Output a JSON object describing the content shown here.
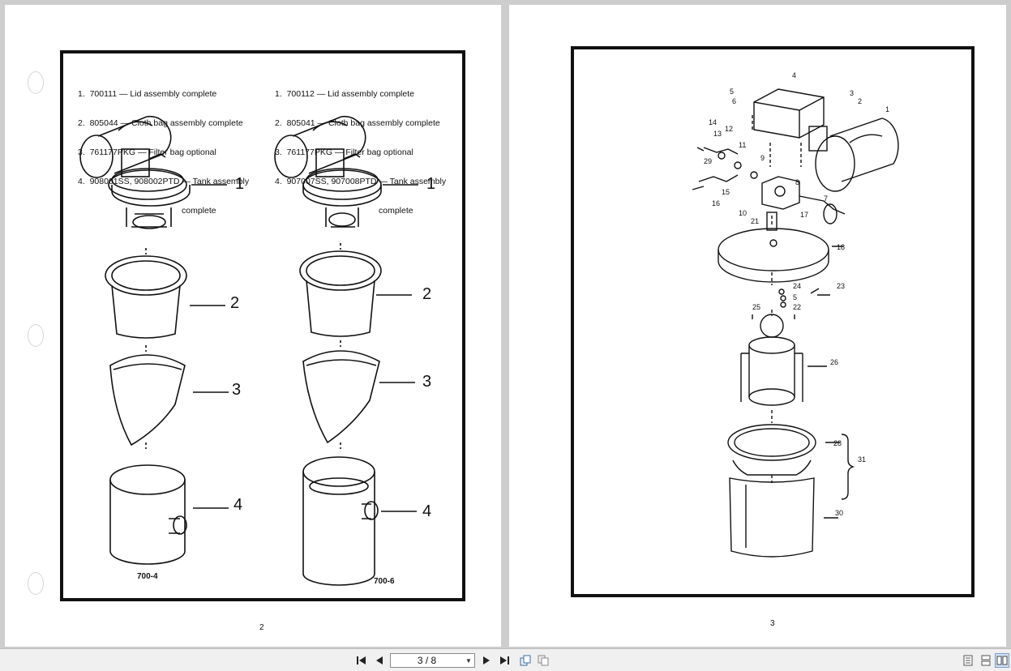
{
  "viewer": {
    "page_indicator": "3 / 8"
  },
  "left_page": {
    "legend_a": {
      "items": [
        "1.  700111 — Lid assembly complete",
        "2.  805044 — Cloth bag assembly complete",
        "3.  761177PKG — Filter bag optional",
        "4.  908001SS, 908002PTD — Tank assembly"
      ],
      "continuation": "complete"
    },
    "legend_b": {
      "items": [
        "1.  700112 — Lid assembly complete",
        "2.  805041 — Cloth bag assembly complete",
        "3.  761177PKG — Filter bag optional",
        "4.  907007SS, 907008PTD — Tank assembly"
      ],
      "continuation": "complete"
    },
    "callouts_a": [
      "1",
      "2",
      "3",
      "4"
    ],
    "callouts_b": [
      "1",
      "2",
      "3",
      "4"
    ],
    "figure_a_label": "700-4",
    "figure_b_label": "700-6",
    "page_number": "2"
  },
  "right_page": {
    "part_numbers": [
      "1",
      "2",
      "3",
      "4",
      "5",
      "6",
      "7",
      "8",
      "9",
      "10",
      "11",
      "12",
      "13",
      "14",
      "15",
      "16",
      "17",
      "18",
      "21",
      "22",
      "23",
      "24",
      "5",
      "25",
      "26",
      "28",
      "29",
      "30",
      "31"
    ],
    "page_number": "3"
  }
}
